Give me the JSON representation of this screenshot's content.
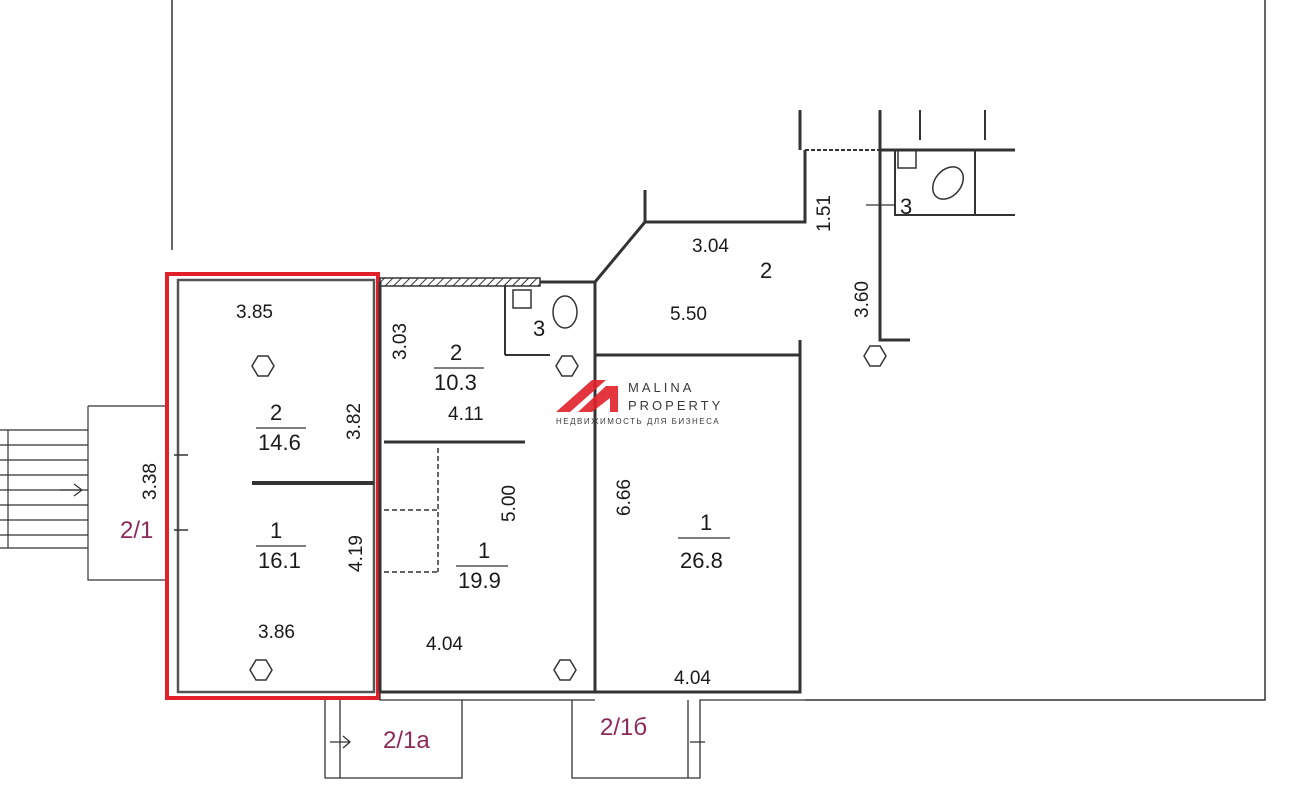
{
  "colors": {
    "wall": "#333333",
    "highlight": "#e0202a",
    "unit_label": "#8b2a5a",
    "logo_accent": "#e0202a"
  },
  "logo": {
    "line1": "MALINA",
    "line2": "PROPERTY",
    "tagline": "НЕДВИЖИМОСТЬ ДЛЯ БИЗНЕСА"
  },
  "units": {
    "u21": "2/1",
    "u21a": "2/1а",
    "u21b": "2/1б"
  },
  "rooms": {
    "hl_room2_num": "2",
    "hl_room2_area": "14.6",
    "hl_room1_num": "1",
    "hl_room1_area": "16.1",
    "mid_room2_num": "2",
    "mid_room2_area": "10.3",
    "mid_room1_num": "1",
    "mid_room1_area": "19.9",
    "wc_left_num": "3",
    "wc_right_num": "3",
    "right_room2_num": "2",
    "right_room1_num": "1",
    "right_room1_area": "26.8"
  },
  "dimensions": {
    "d385": "3.85",
    "d382": "3.82",
    "d338": "3.38",
    "d419": "4.19",
    "d386": "3.86",
    "d303": "3.03",
    "d411": "4.11",
    "d500": "5.00",
    "d404a": "4.04",
    "d666": "6.66",
    "d404b": "4.04",
    "d304": "3.04",
    "d550": "5.50",
    "d151": "1.51",
    "d360": "3.60"
  }
}
